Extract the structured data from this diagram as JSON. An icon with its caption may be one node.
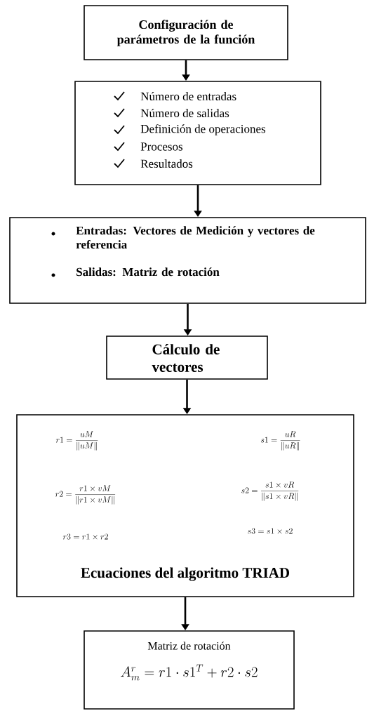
{
  "diagram": {
    "nodes": [
      {
        "text": [
          "Configuración de parámetros de la función"
        ]
      },
      {
        "text": [
          "Número de entradas",
          "Número de salidas",
          "Definición de operaciones",
          "Procesos",
          "Resultados"
        ]
      },
      {
        "text": [
          "Entradas: Vectores de Medición y vectores de referencia",
          "Salidas: Matriz de rotación"
        ]
      },
      {
        "text": [
          "Cálculo de vectores"
        ]
      },
      {
        "text": [
          "r1 = \\frac{uM}{\\|uM\\|}",
          "s1 = \\frac{uR}{\\|uR\\|}",
          "r2 = \\frac{r1 \\times vM}{\\|r1 \\times vM\\|}",
          "s2 = \\frac{s1 \\times vR}{\\|s1 \\times vR\\|}",
          "r3 = r1 \\times r2",
          "s3 = s1 \\times s2",
          "Ecuaciones del algoritmo TRIAD"
        ]
      },
      {
        "text": [
          "Matriz de rotación",
          "A_m^r = r1 \\cdot s1^T + r2 \\cdot s2"
        ]
      }
    ],
    "edges": [
      {
        "from": 0,
        "to": 1,
        "arrow": "to"
      },
      {
        "from": 1,
        "to": 2,
        "arrow": "to"
      },
      {
        "from": 2,
        "to": 3,
        "arrow": "to"
      },
      {
        "from": 3,
        "to": 4,
        "arrow": "to"
      },
      {
        "from": 4,
        "to": 5,
        "arrow": "to"
      }
    ]
  }
}
